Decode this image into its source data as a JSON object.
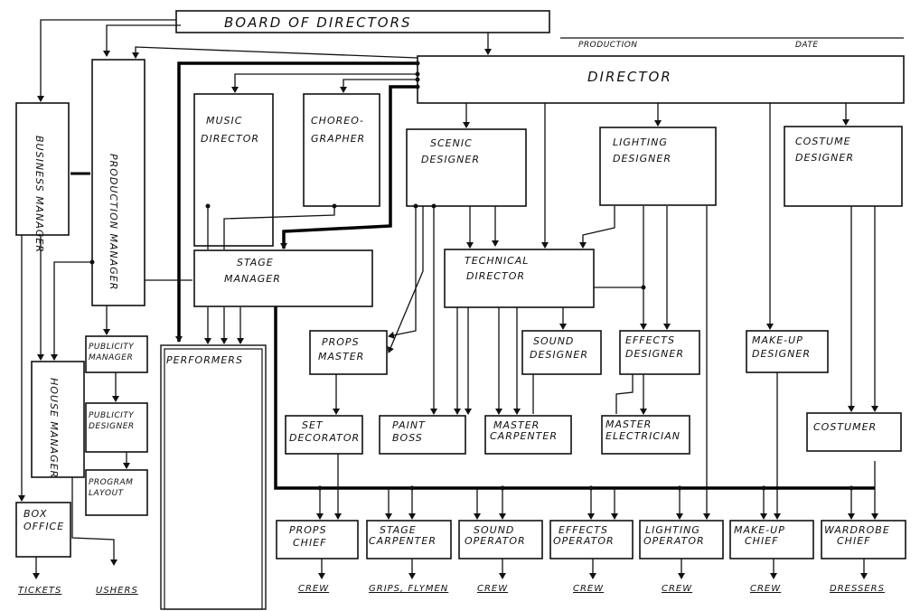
{
  "header": {
    "board": "Board of Directors",
    "production_label": "Production",
    "date_label": "Date"
  },
  "roles": {
    "director": "Director",
    "business_manager": "Business Manager",
    "production_manager": "Production Manager",
    "music_director": [
      "Music",
      "Director"
    ],
    "choreographer": [
      "Choreo-",
      "grapher"
    ],
    "scenic_designer": [
      "Scenic",
      "Designer"
    ],
    "lighting_designer": [
      "Lighting",
      "Designer"
    ],
    "costume_designer": [
      "Costume",
      "Designer"
    ],
    "stage_manager": [
      "Stage",
      "Manager"
    ],
    "technical_director": [
      "Technical",
      "Director"
    ],
    "performers": "Performers",
    "house_manager": "House Manager",
    "publicity_manager": [
      "Publicity",
      "Manager"
    ],
    "publicity_designer": [
      "Publicity",
      "Designer"
    ],
    "program_layout": [
      "Program",
      "Layout"
    ],
    "box_office": [
      "Box",
      "Office"
    ],
    "props_master": [
      "Props",
      "Master"
    ],
    "sound_designer": [
      "Sound",
      "Designer"
    ],
    "effects_designer": [
      "Effects",
      "Designer"
    ],
    "makeup_designer": [
      "Make-up",
      "Designer"
    ],
    "set_decorator": [
      "Set",
      "Decorator"
    ],
    "paint_boss": [
      "Paint",
      "Boss"
    ],
    "master_carpenter": [
      "Master",
      "Carpenter"
    ],
    "master_electrician": [
      "Master",
      "Electrician"
    ],
    "costumer": "Costumer",
    "props_chief": [
      "Props",
      "Chief"
    ],
    "stage_carpenter": [
      "Stage",
      "Carpenter"
    ],
    "sound_operator": [
      "Sound",
      "Operator"
    ],
    "effects_operator": [
      "Effects",
      "Operator"
    ],
    "lighting_operator": [
      "Lighting",
      "Operator"
    ],
    "makeup_chief": [
      "Make-up",
      "Chief"
    ],
    "wardrobe_chief": [
      "Wardrobe",
      "Chief"
    ]
  },
  "bottom": {
    "tickets": "Tickets",
    "ushers": "Ushers",
    "crew": "Crew",
    "grips_flymen": "Grips, Flymen",
    "dressers": "Dressers"
  }
}
